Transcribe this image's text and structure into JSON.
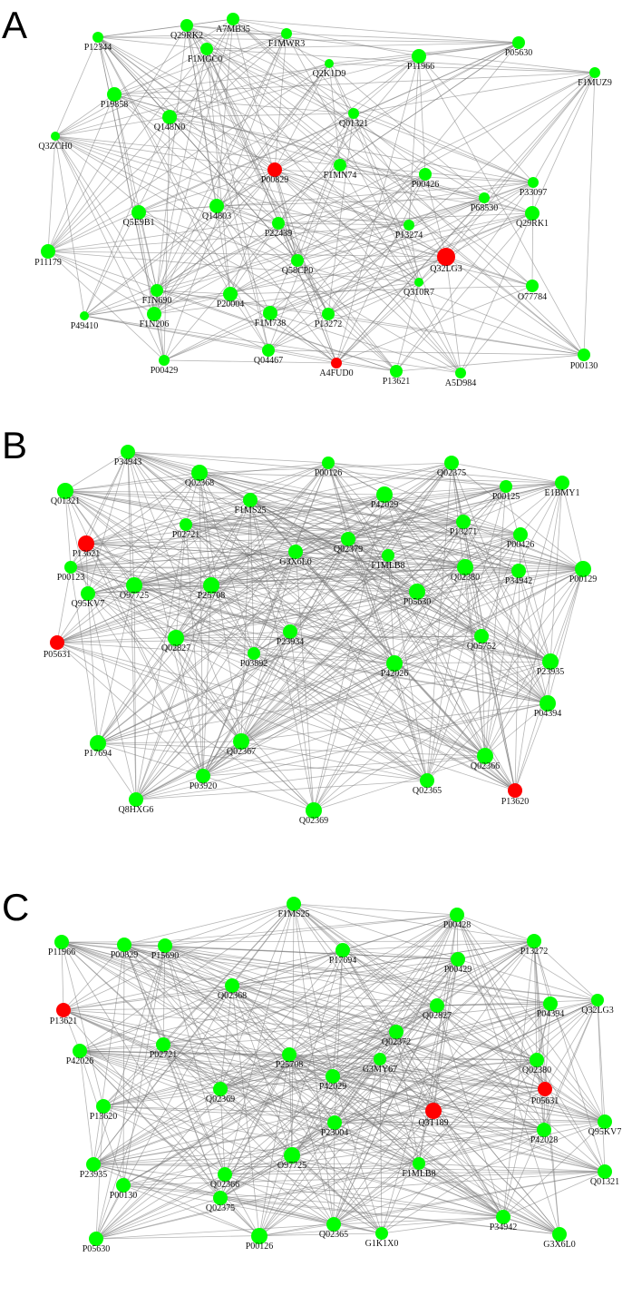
{
  "colors": {
    "normal": "#00ff00",
    "highlight": "#ff0000",
    "edge": "#7a7a7a",
    "background": "#ffffff"
  },
  "panels": [
    {
      "letter": "A",
      "nodes": [
        {
          "id": "P12344",
          "hl": false
        },
        {
          "id": "Q29RK2",
          "hl": false
        },
        {
          "id": "A7MB35",
          "hl": false
        },
        {
          "id": "F1MWR3",
          "hl": false
        },
        {
          "id": "F1MGC0",
          "hl": false
        },
        {
          "id": "Q2K1D9",
          "hl": false
        },
        {
          "id": "P11966",
          "hl": false
        },
        {
          "id": "P05630",
          "hl": false
        },
        {
          "id": "F1MUZ9",
          "hl": false
        },
        {
          "id": "P19858",
          "hl": false
        },
        {
          "id": "Q148N0",
          "hl": false
        },
        {
          "id": "Q01321",
          "hl": false
        },
        {
          "id": "Q3ZCH0",
          "hl": false
        },
        {
          "id": "P00829",
          "hl": true
        },
        {
          "id": "F1MN74",
          "hl": false
        },
        {
          "id": "P00426",
          "hl": false
        },
        {
          "id": "P33097",
          "hl": false
        },
        {
          "id": "Q5E9B1",
          "hl": false
        },
        {
          "id": "Q14803",
          "hl": false
        },
        {
          "id": "P68530",
          "hl": false
        },
        {
          "id": "Q29RK1",
          "hl": false
        },
        {
          "id": "P22439",
          "hl": false
        },
        {
          "id": "P13274",
          "hl": false
        },
        {
          "id": "P11179",
          "hl": false
        },
        {
          "id": "Q32LG3",
          "hl": true
        },
        {
          "id": "Q58CP0",
          "hl": false
        },
        {
          "id": "Q310R7",
          "hl": false
        },
        {
          "id": "F1N690",
          "hl": false
        },
        {
          "id": "F1N206",
          "hl": false
        },
        {
          "id": "P20004",
          "hl": false
        },
        {
          "id": "O77784",
          "hl": false
        },
        {
          "id": "P49410",
          "hl": false
        },
        {
          "id": "F1M738",
          "hl": false
        },
        {
          "id": "P13272",
          "hl": false
        },
        {
          "id": "P00429",
          "hl": false
        },
        {
          "id": "Q04467",
          "hl": false
        },
        {
          "id": "A4FUD0",
          "hl": true
        },
        {
          "id": "P13621",
          "hl": false
        },
        {
          "id": "A5D984",
          "hl": false
        },
        {
          "id": "P00130",
          "hl": false
        }
      ]
    },
    {
      "letter": "B",
      "nodes": [
        {
          "id": "P34943",
          "hl": false
        },
        {
          "id": "Q02368",
          "hl": false
        },
        {
          "id": "P00126",
          "hl": false
        },
        {
          "id": "Q02375",
          "hl": false
        },
        {
          "id": "Q01321",
          "hl": false
        },
        {
          "id": "F1MS25",
          "hl": false
        },
        {
          "id": "P42029",
          "hl": false
        },
        {
          "id": "P00125",
          "hl": false
        },
        {
          "id": "E1BMY1",
          "hl": false
        },
        {
          "id": "P02721",
          "hl": false
        },
        {
          "id": "P13271",
          "hl": false
        },
        {
          "id": "P13621",
          "hl": true
        },
        {
          "id": "G3X6L0",
          "hl": false
        },
        {
          "id": "Q02379",
          "hl": false
        },
        {
          "id": "F1MLB8",
          "hl": false
        },
        {
          "id": "P00426",
          "hl": false
        },
        {
          "id": "P00123",
          "hl": false
        },
        {
          "id": "O97725",
          "hl": false
        },
        {
          "id": "P25708",
          "hl": false
        },
        {
          "id": "Q02380",
          "hl": false
        },
        {
          "id": "P34942",
          "hl": false
        },
        {
          "id": "P00129",
          "hl": false
        },
        {
          "id": "Q95KV7",
          "hl": false
        },
        {
          "id": "P05630",
          "hl": false
        },
        {
          "id": "Q02827",
          "hl": false
        },
        {
          "id": "P23934",
          "hl": false
        },
        {
          "id": "Q05752",
          "hl": false
        },
        {
          "id": "P05631",
          "hl": true
        },
        {
          "id": "P03892",
          "hl": false
        },
        {
          "id": "P42026",
          "hl": false
        },
        {
          "id": "P23935",
          "hl": false
        },
        {
          "id": "P04394",
          "hl": false
        },
        {
          "id": "P17694",
          "hl": false
        },
        {
          "id": "Q02367",
          "hl": false
        },
        {
          "id": "Q02366",
          "hl": false
        },
        {
          "id": "P03920",
          "hl": false
        },
        {
          "id": "Q02365",
          "hl": false
        },
        {
          "id": "P13620",
          "hl": true
        },
        {
          "id": "Q8HXG6",
          "hl": false
        },
        {
          "id": "Q02369",
          "hl": false
        }
      ]
    },
    {
      "letter": "C",
      "nodes": [
        {
          "id": "F1MS25",
          "hl": false
        },
        {
          "id": "P00428",
          "hl": false
        },
        {
          "id": "P11966",
          "hl": false
        },
        {
          "id": "P00829",
          "hl": false
        },
        {
          "id": "P15690",
          "hl": false
        },
        {
          "id": "P17694",
          "hl": false
        },
        {
          "id": "P13272",
          "hl": false
        },
        {
          "id": "P00429",
          "hl": false
        },
        {
          "id": "Q02368",
          "hl": false
        },
        {
          "id": "Q02827",
          "hl": false
        },
        {
          "id": "P04394",
          "hl": false
        },
        {
          "id": "Q32LG3",
          "hl": false
        },
        {
          "id": "P13621",
          "hl": true
        },
        {
          "id": "Q02372",
          "hl": false
        },
        {
          "id": "P42026",
          "hl": false
        },
        {
          "id": "P02721",
          "hl": false
        },
        {
          "id": "P25708",
          "hl": false
        },
        {
          "id": "Q02380",
          "hl": false
        },
        {
          "id": "G3MY67",
          "hl": false
        },
        {
          "id": "P42029",
          "hl": false
        },
        {
          "id": "P05631",
          "hl": true
        },
        {
          "id": "Q02369",
          "hl": false
        },
        {
          "id": "P13620",
          "hl": false
        },
        {
          "id": "Q3T189",
          "hl": true
        },
        {
          "id": "P23004",
          "hl": false
        },
        {
          "id": "P42028",
          "hl": false
        },
        {
          "id": "Q95KV7",
          "hl": false
        },
        {
          "id": "O97725",
          "hl": false
        },
        {
          "id": "Q02366",
          "hl": false
        },
        {
          "id": "P23935",
          "hl": false
        },
        {
          "id": "F1MLB8",
          "hl": false
        },
        {
          "id": "Q01321",
          "hl": false
        },
        {
          "id": "P00130",
          "hl": false
        },
        {
          "id": "Q02375",
          "hl": false
        },
        {
          "id": "P34942",
          "hl": false
        },
        {
          "id": "P05630",
          "hl": false
        },
        {
          "id": "P00126",
          "hl": false
        },
        {
          "id": "Q02365",
          "hl": false
        },
        {
          "id": "G1K1X0",
          "hl": false
        },
        {
          "id": "G3X6L0",
          "hl": false
        }
      ]
    }
  ]
}
